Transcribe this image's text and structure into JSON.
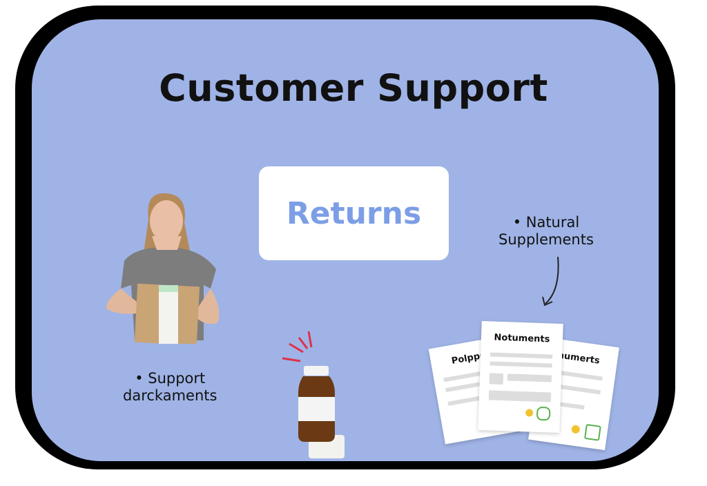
{
  "title": "Customer Support",
  "center_button": "Returns",
  "labels": {
    "left": [
      "• Support",
      "darckaments"
    ],
    "right": [
      "• Natural",
      "Supplements"
    ]
  },
  "documents": [
    "Polppə",
    "Notuments",
    "numerts"
  ],
  "colors": {
    "background": "#9fb3e6",
    "frame": "#000000",
    "accent": "#7c9ee6"
  }
}
